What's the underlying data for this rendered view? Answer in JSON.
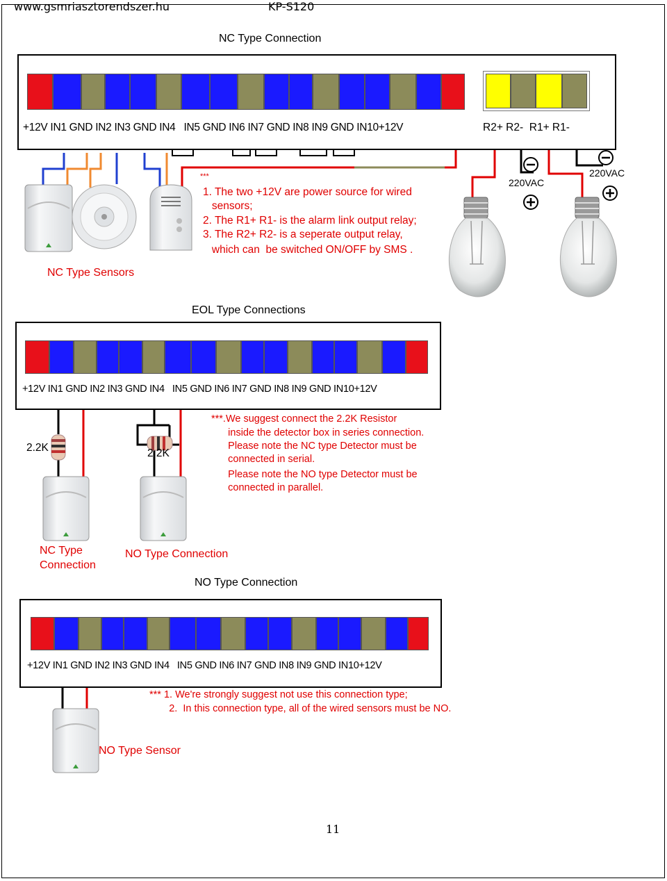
{
  "header": {
    "site": "www.gsmriasztorendszer.hu",
    "model": "KP-S120"
  },
  "colors": {
    "red": "#e8101a",
    "blue": "#1a1aff",
    "olive": "#8c8b5a",
    "yellow": "#ffff00",
    "note": "#e00000",
    "wire_orange": "#f08a30",
    "wire_blue": "#2040d0"
  },
  "nc": {
    "title": "NC Type Connection",
    "terminal_labels": "+12V IN1 GND IN2 IN3 GND IN4   IN5 GND IN6 IN7 GND IN8 IN9 GND IN10+12V",
    "relay_labels": "R2+ R2-  R1+ R1-",
    "vac_left": "220VAC",
    "vac_right": "220VAC",
    "sensors_label": "NC Type Sensors",
    "notes_marker": "***",
    "notes": [
      "1. The two +12V are power source for wired",
      "   sensors;",
      "2. The R1+ R1- is the alarm link output relay;",
      "3. The R2+ R2- is a seperate output relay,",
      "   which can  be switched ON/OFF by SMS ."
    ]
  },
  "eol": {
    "title": "EOL Type Connections",
    "terminal_labels": "+12V IN1 GND IN2 IN3 GND IN4   IN5 GND IN6 IN7 GND IN8 IN9 GND IN10+12V",
    "resistor_left": "2.2K",
    "resistor_right": "2.2K",
    "nc_label": "NC Type\nConnection",
    "no_label": "NO Type Connection",
    "notes": [
      "***.We suggest connect the 2.2K Resistor",
      "      inside the detector box in series connection.",
      "      Please note the NC type Detector must be",
      "      connected in serial.",
      "      Please note the NO type Detector must be",
      "      connected in parallel."
    ]
  },
  "no": {
    "title": "NO Type Connection",
    "terminal_labels": "+12V IN1 GND IN2 IN3 GND IN4   IN5 GND IN6 IN7 GND IN8 IN9 GND IN10+12V",
    "sensor_label": "NO Type Sensor",
    "notes": [
      "*** 1. We're strongly suggest not use this connection type;",
      "       2.  In this connection type, all of the wired sensors must be NO."
    ]
  },
  "page_number": "11"
}
